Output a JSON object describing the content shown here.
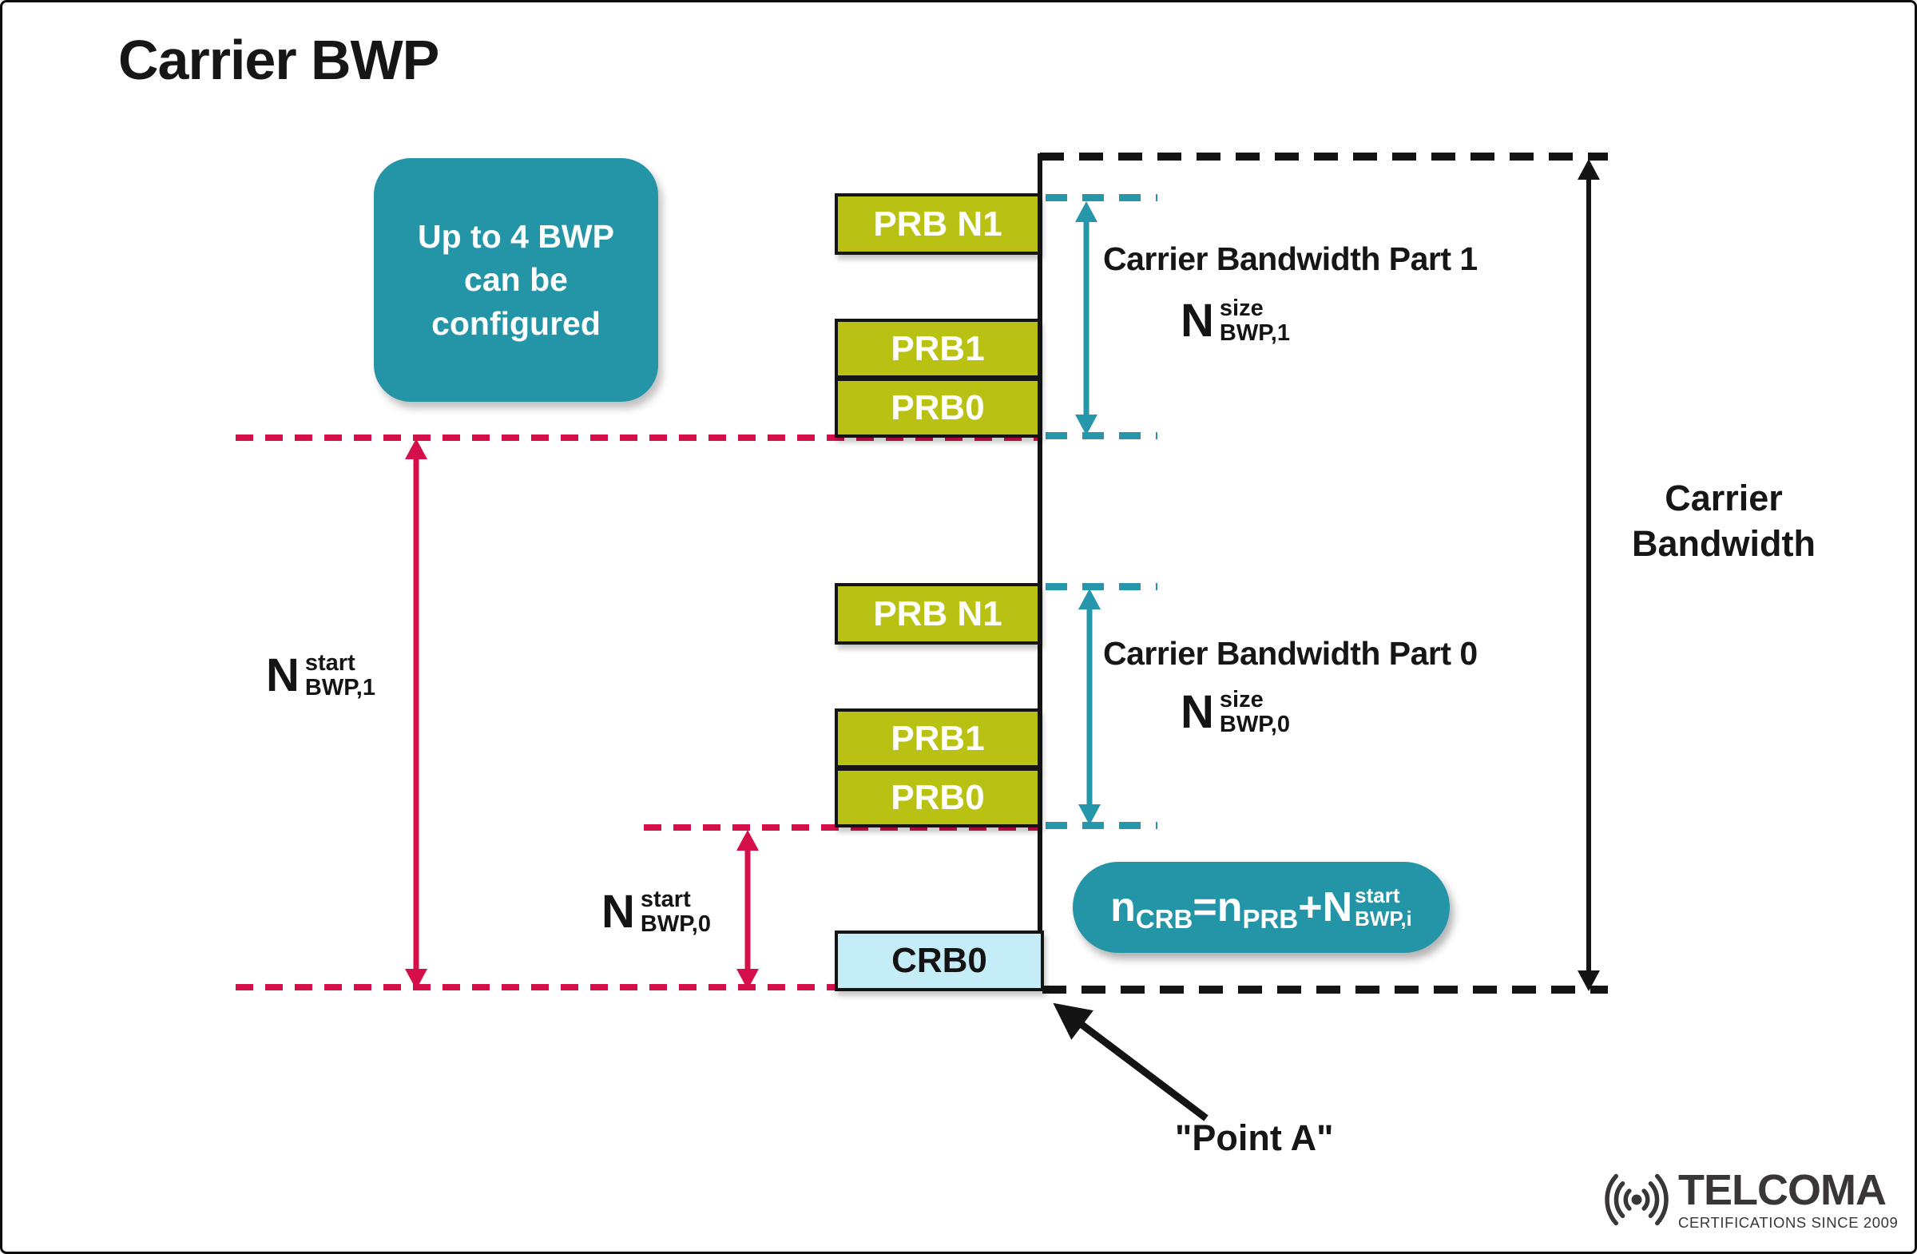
{
  "title": "Carrier BWP",
  "note": {
    "line1": "Up to 4 BWP",
    "line2": "can be",
    "line3": "configured"
  },
  "blocks": {
    "bwp1": {
      "n1": "PRB N1",
      "p1": "PRB1",
      "p0": "PRB0"
    },
    "bwp0": {
      "n1": "PRB N1",
      "p1": "PRB1",
      "p0": "PRB0"
    },
    "crb0": "CRB0"
  },
  "bwp1": {
    "heading": "Carrier Bandwidth Part 1",
    "sym_base": "N",
    "sym_sup": "size",
    "sym_sub": "BWP,1"
  },
  "bwp0": {
    "heading": "Carrier Bandwidth Part 0",
    "sym_base": "N",
    "sym_sup": "size",
    "sym_sub": "BWP,0"
  },
  "start1": {
    "base": "N",
    "sup": "start",
    "sub": "BWP,1"
  },
  "start0": {
    "base": "N",
    "sup": "start",
    "sub": "BWP,0"
  },
  "carrier_bandwidth": {
    "line1": "Carrier",
    "line2": "Bandwidth"
  },
  "formula": {
    "t1_base": "n",
    "t1_sub": "CRB",
    "eq": "=",
    "t2_base": "n",
    "t2_sub": "PRB",
    "plus": "+",
    "t3_base": "N",
    "t3_sup": "start",
    "t3_sub": "BWP,i"
  },
  "point_a": "\"Point A\"",
  "logo": {
    "name": "TELCOMA",
    "tagline": "CERTIFICATIONS SINCE 2009"
  },
  "colors": {
    "teal": "#2495a7",
    "teal_dash": "#2696aa",
    "olive_block": "#b9c212",
    "crb_light_blue": "#c5edf7",
    "crimson": "#d50f4a",
    "ink": "#141414",
    "logo_gray": "#3a3537"
  }
}
